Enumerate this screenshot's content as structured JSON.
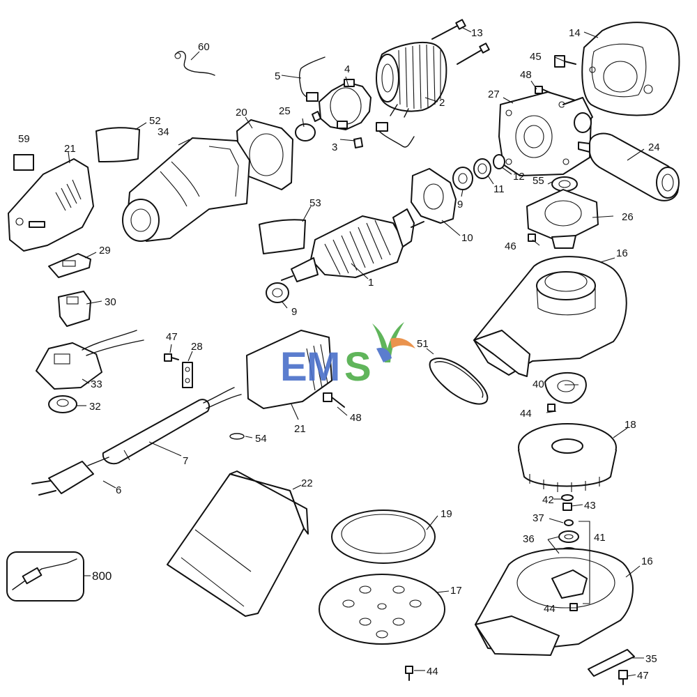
{
  "watermark": {
    "text_e": "E",
    "text_m": "M",
    "text_s": "S",
    "colors": {
      "blue": "#4a6fc9",
      "green": "#4fae4a",
      "orange": "#e8883a"
    }
  },
  "callouts": {
    "p1": "1",
    "p2": "2",
    "p3": "3",
    "p4": "4",
    "p5": "5",
    "p6": "6",
    "p7": "7",
    "p9a": "9",
    "p9b": "9",
    "p10": "10",
    "p11": "11",
    "p12": "12",
    "p13": "13",
    "p14": "14",
    "p16a": "16",
    "p16b": "16",
    "p17": "17",
    "p18": "18",
    "p19": "19",
    "p20": "20",
    "p21a": "21",
    "p21b": "21",
    "p22": "22",
    "p24": "24",
    "p25": "25",
    "p26": "26",
    "p27": "27",
    "p28": "28",
    "p29": "29",
    "p30": "30",
    "p32": "32",
    "p33": "33",
    "p34": "34",
    "p35": "35",
    "p36": "36",
    "p37": "37",
    "p40": "40",
    "p41": "41",
    "p42": "42",
    "p43": "43",
    "p44a": "44",
    "p44b": "44",
    "p44c": "44",
    "p45": "45",
    "p46": "46",
    "p47a": "47",
    "p47b": "47",
    "p48a": "48",
    "p48b": "48",
    "p51": "51",
    "p52": "52",
    "p53": "53",
    "p54": "54",
    "p55": "55",
    "p59": "59",
    "p60": "60",
    "p800": "800"
  }
}
